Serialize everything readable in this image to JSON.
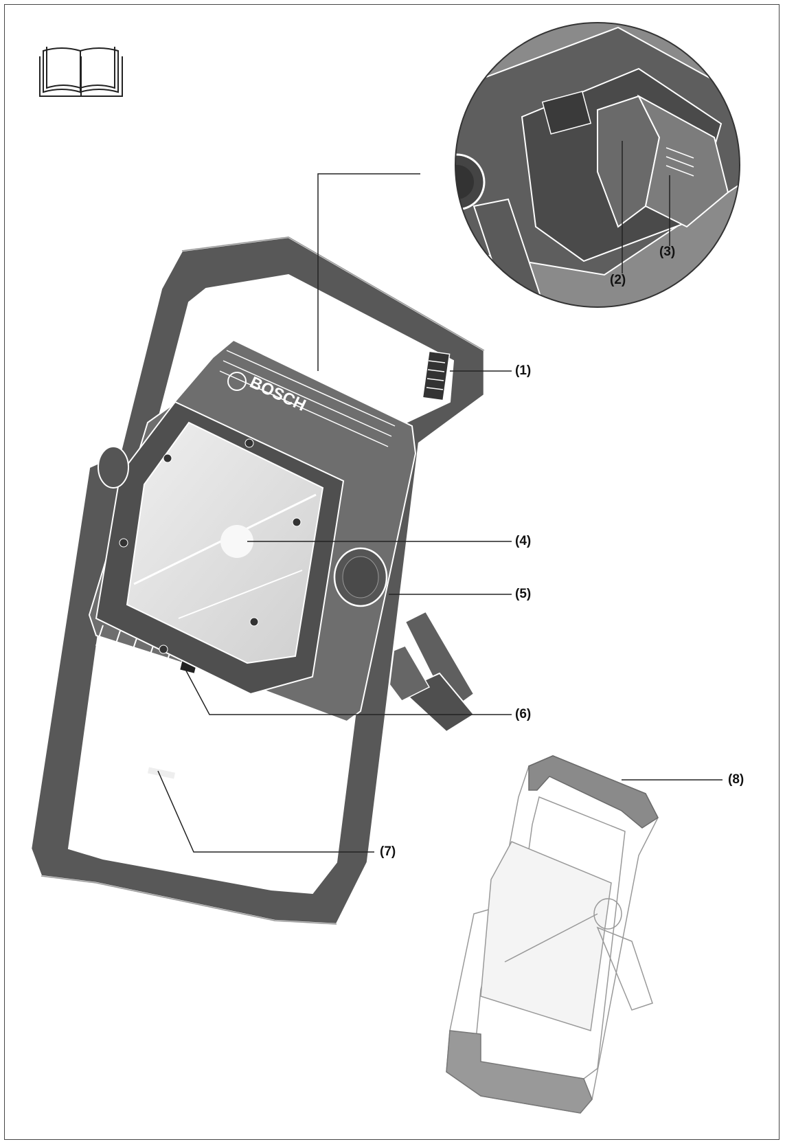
{
  "callouts": {
    "c1": "(1)",
    "c2": "(2)",
    "c3": "(3)",
    "c4": "(4)",
    "c5": "(5)",
    "c6": "(6)",
    "c7": "(7)",
    "c8": "(8)"
  },
  "brand_logo_text": "BOSCH",
  "icons": {
    "manual": "open-book-icon"
  },
  "colors": {
    "body": "#6b6b6b",
    "frame": "#5a5a5a",
    "lens": "#e3e3e3",
    "outline": "#ffffff"
  }
}
